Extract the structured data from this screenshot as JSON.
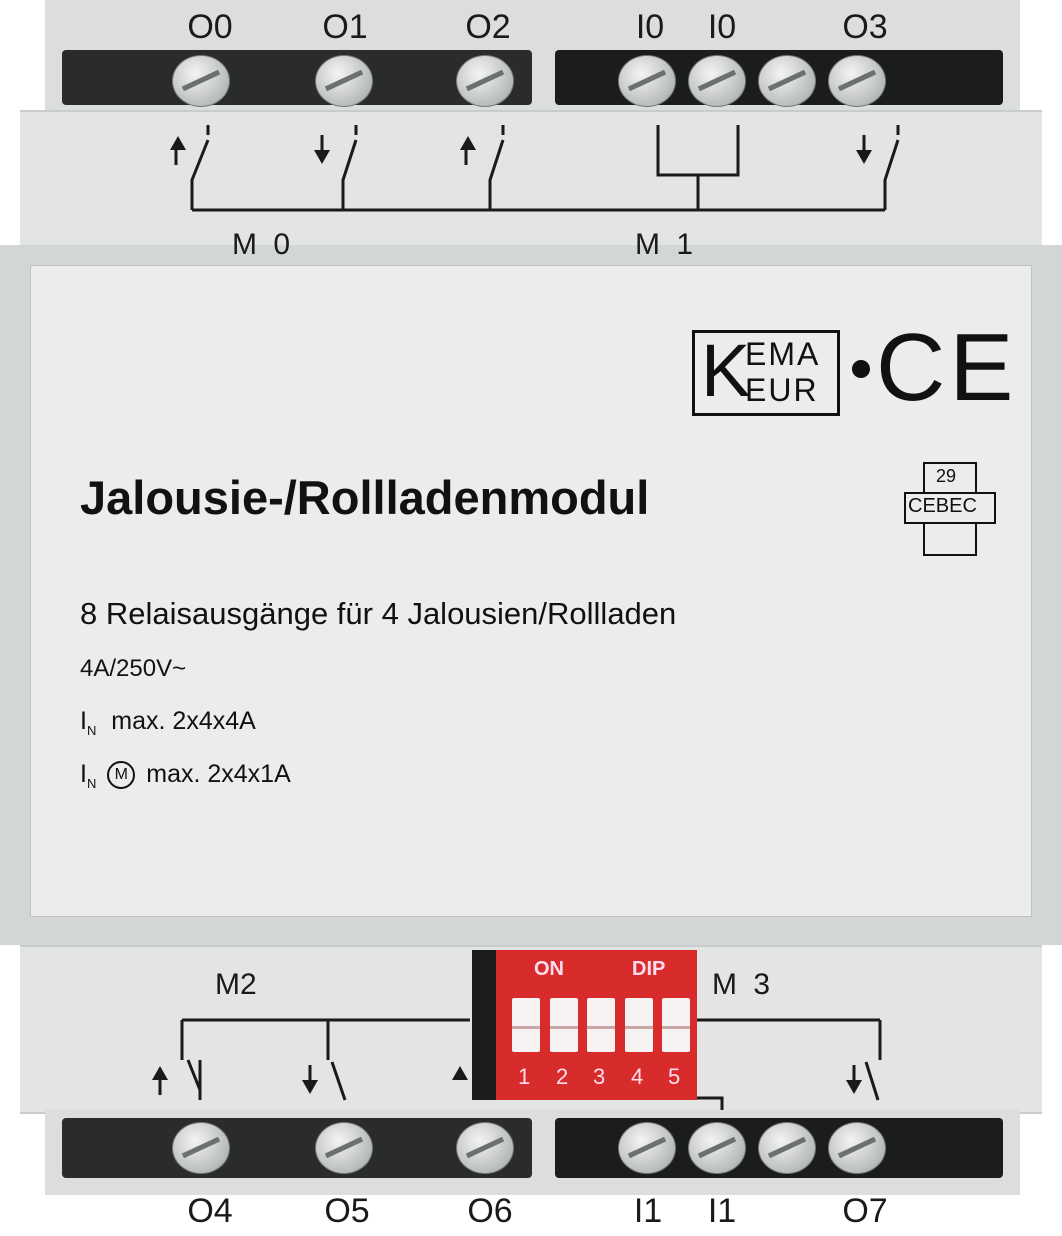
{
  "top_terminals": [
    "O0",
    "O1",
    "O2",
    "I0",
    "I0",
    "O3"
  ],
  "bottom_terminals": [
    "O4",
    "O5",
    "O6",
    "I1",
    "I1",
    "O7"
  ],
  "motor_groups": {
    "m0": "M 0",
    "m1": "M 1",
    "m2": "M2",
    "m3": "M 3"
  },
  "label": {
    "title": "Jalousie-/Rollladenmodul",
    "description": "8 Relaisausgänge für 4 Jalousien/Rollladen",
    "rating": "4A/250V~",
    "current_prefix": "I",
    "current_sub": "N",
    "current_max": "max. 2x4x4A",
    "motor_symbol": "M",
    "motor_current_max": "max. 2x4x1A"
  },
  "certifications": {
    "kema_k": "K",
    "kema_top": "EMA",
    "kema_bottom": "EUR",
    "ce": "CE",
    "cebec_number": "29",
    "cebec": "CEBEC"
  },
  "dip_switch": {
    "on_label": "ON",
    "dip_label": "DIP",
    "numbers": [
      "1",
      "2",
      "3",
      "4",
      "5"
    ],
    "color": "#d82b2b"
  },
  "colors": {
    "housing": "#d3d6d6",
    "label": "#ececeb",
    "terminal": "#1b1d1d"
  }
}
